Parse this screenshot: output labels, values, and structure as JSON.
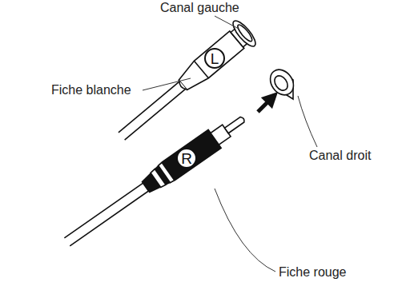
{
  "diagram": {
    "nodes": [
      {
        "text": [
          "L"
        ]
      },
      {
        "text": [
          "R"
        ]
      }
    ],
    "labels": [
      "Canal gauche",
      "Fiche blanche",
      "Canal droit",
      "Fiche rouge"
    ]
  }
}
